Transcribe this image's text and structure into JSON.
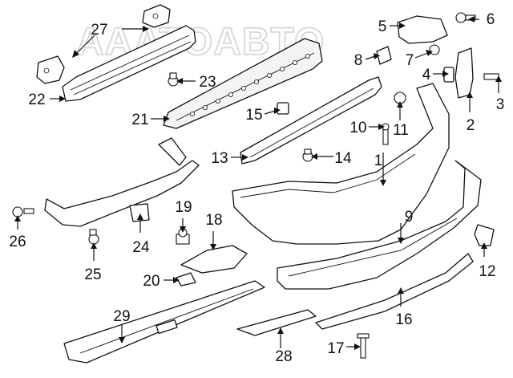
{
  "watermark": "AAATOABTO",
  "callouts": [
    {
      "id": "1",
      "label": "1"
    },
    {
      "id": "2",
      "label": "2"
    },
    {
      "id": "3",
      "label": "3"
    },
    {
      "id": "4",
      "label": "4"
    },
    {
      "id": "5",
      "label": "5"
    },
    {
      "id": "6",
      "label": "6"
    },
    {
      "id": "7",
      "label": "7"
    },
    {
      "id": "8",
      "label": "8"
    },
    {
      "id": "9",
      "label": "9"
    },
    {
      "id": "10",
      "label": "10"
    },
    {
      "id": "11",
      "label": "11"
    },
    {
      "id": "12",
      "label": "12"
    },
    {
      "id": "13",
      "label": "13"
    },
    {
      "id": "14",
      "label": "14"
    },
    {
      "id": "15",
      "label": "15"
    },
    {
      "id": "16",
      "label": "16"
    },
    {
      "id": "17",
      "label": "17"
    },
    {
      "id": "18",
      "label": "18"
    },
    {
      "id": "19",
      "label": "19"
    },
    {
      "id": "20",
      "label": "20"
    },
    {
      "id": "21",
      "label": "21"
    },
    {
      "id": "22",
      "label": "22"
    },
    {
      "id": "23",
      "label": "23"
    },
    {
      "id": "24",
      "label": "24"
    },
    {
      "id": "25",
      "label": "25"
    },
    {
      "id": "26",
      "label": "26"
    },
    {
      "id": "27",
      "label": "27"
    },
    {
      "id": "28",
      "label": "28"
    },
    {
      "id": "29",
      "label": "29"
    }
  ]
}
